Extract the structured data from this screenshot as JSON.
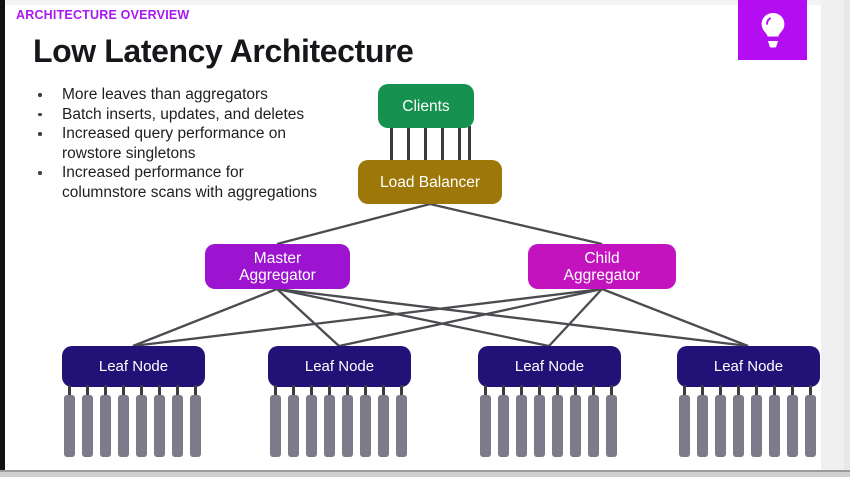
{
  "slide": {
    "eyebrow": "ARCHITECTURE OVERVIEW",
    "title": "Low Latency Architecture",
    "badge_icon": "lightbulb-icon",
    "badge_color": "#b40df2",
    "eyebrow_color": "#a818f0",
    "bullets": [
      "More leaves than aggregators",
      "Batch inserts, updates, and deletes",
      "Increased query performance on rowstore singletons",
      "Increased performance for columnstore scans with aggregations"
    ]
  },
  "diagram": {
    "type": "architecture-tree",
    "nodes": {
      "clients": {
        "label": "Clients",
        "color": "#17914f"
      },
      "load_balancer": {
        "label": "Load Balancer",
        "color": "#9d7808"
      },
      "master_aggregator": {
        "label_line1": "Master",
        "label_line2": "Aggregator",
        "color": "#9c14cf"
      },
      "child_aggregator": {
        "label_line1": "Child",
        "label_line2": "Aggregator",
        "color": "#c213bf"
      }
    },
    "leaf_nodes": [
      {
        "label": "Leaf Node",
        "color": "#221277",
        "disk_count": 8
      },
      {
        "label": "Leaf Node",
        "color": "#221277",
        "disk_count": 8
      },
      {
        "label": "Leaf Node",
        "color": "#221277",
        "disk_count": 8
      },
      {
        "label": "Leaf Node",
        "color": "#221277",
        "disk_count": 8
      }
    ],
    "client_connector_count": 6,
    "edges": [
      "clients -> load_balancer",
      "load_balancer -> master_aggregator",
      "load_balancer -> child_aggregator",
      "master_aggregator -> leaf_1",
      "master_aggregator -> leaf_2",
      "master_aggregator -> leaf_3",
      "master_aggregator -> leaf_4",
      "child_aggregator -> leaf_1",
      "child_aggregator -> leaf_2",
      "child_aggregator -> leaf_3",
      "child_aggregator -> leaf_4"
    ],
    "line_color": "#4a4c50"
  }
}
